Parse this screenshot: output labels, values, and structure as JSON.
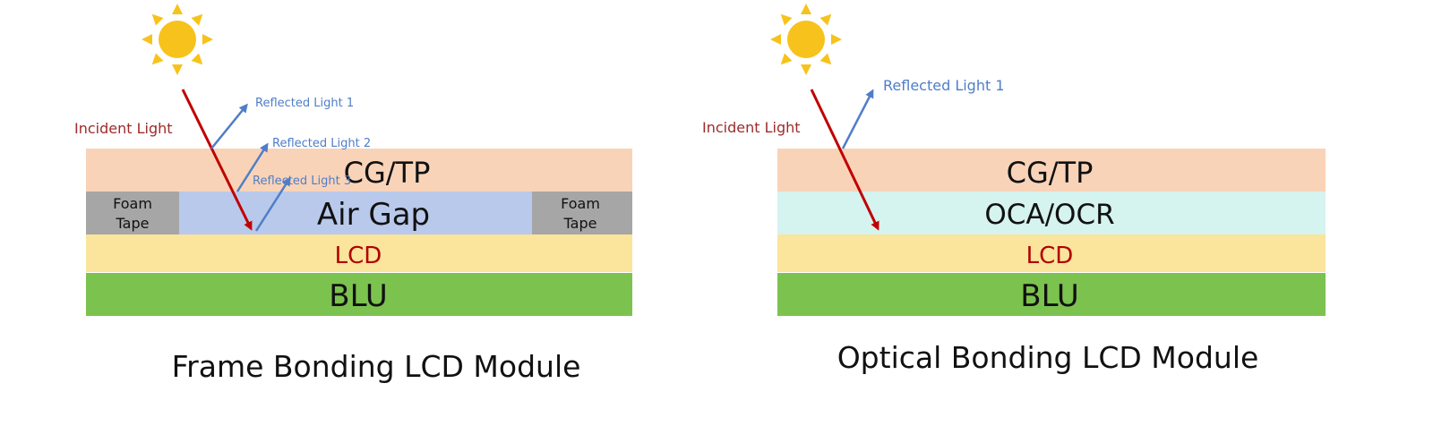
{
  "colors": {
    "cg_tp": "#f9d3b8",
    "air_gap": "#b9c9eb",
    "foam_tape": "#a6a6a6",
    "oca_ocr": "#d5f3ef",
    "lcd": "#fbe49b",
    "blu": "#7cc24f",
    "incident_arrow": "#c00000",
    "reflected_arrow": "#4f7ec8",
    "incident_label": "#9e2a2a",
    "reflected_label": "#4f7ec8",
    "lcd_label": "#b00000",
    "sun": "#f7c21b"
  },
  "left_panel": {
    "title": "Frame Bonding LCD Module",
    "incident_label": "Incident Light",
    "reflected_1": "Reflected Light 1",
    "reflected_2": "Reflected Light 2",
    "reflected_3": "Reflected Light 3",
    "layer_cg_tp": "CG/TP",
    "layer_air_gap": "Air Gap",
    "foam_left_line1": "Foam",
    "foam_left_line2": "Tape",
    "foam_right_line1": "Foam",
    "foam_right_line2": "Tape",
    "layer_lcd": "LCD",
    "layer_blu": "BLU"
  },
  "right_panel": {
    "title": "Optical Bonding LCD Module",
    "incident_label": "Incident Light",
    "reflected_1": "Reflected Light 1",
    "layer_cg_tp": "CG/TP",
    "layer_oca_ocr": "OCA/OCR",
    "layer_lcd": "LCD",
    "layer_blu": "BLU"
  }
}
